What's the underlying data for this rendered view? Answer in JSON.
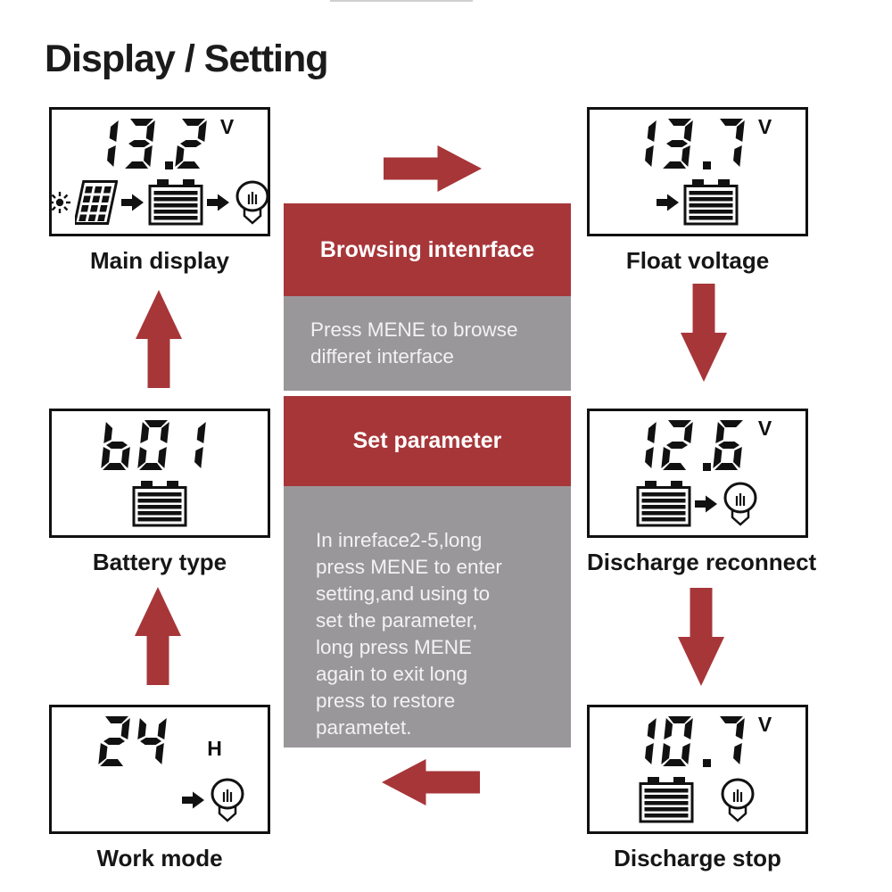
{
  "page": {
    "title": "Display / Setting"
  },
  "colors": {
    "accent_red": "#a73639",
    "panel_gray": "#9a979a",
    "lcd_ink": "#111111",
    "background": "#ffffff"
  },
  "flow_center": {
    "browsing_title": "Browsing intenrface",
    "browsing_body_lines": [
      "Press MENE to browse",
      "differet interface"
    ],
    "set_title": "Set parameter",
    "set_body_lines": [
      "In inreface2-5,long",
      "press MENE to enter",
      "setting,and using to",
      "set the parameter,",
      "long press MENE",
      "again to exit long",
      "press to restore",
      "parametet."
    ]
  },
  "panels": [
    {
      "key": "main-display",
      "label": "Main display",
      "lcd_value": "13.2",
      "lcd_unit": "V",
      "icons": [
        "sun-icon",
        "solar-panel-icon",
        "arrow-right-icon",
        "battery-icon",
        "arrow-right-icon",
        "bulb-icon"
      ]
    },
    {
      "key": "float-voltage",
      "label": "Float voltage",
      "lcd_value": "13.7",
      "lcd_unit": "V",
      "icons": [
        "arrow-right-icon",
        "battery-icon"
      ]
    },
    {
      "key": "battery-type",
      "label": "Battery type",
      "lcd_value": "b01",
      "lcd_unit": "",
      "icons": [
        "battery-icon"
      ]
    },
    {
      "key": "discharge-reconnect",
      "label": "Discharge reconnect",
      "lcd_value": "12.6",
      "lcd_unit": "V",
      "icons": [
        "battery-icon",
        "arrow-right-icon",
        "bulb-icon"
      ]
    },
    {
      "key": "work-mode",
      "label": "Work mode",
      "lcd_value": "24",
      "lcd_unit": "H",
      "icons": [
        "arrow-right-icon",
        "bulb-icon"
      ]
    },
    {
      "key": "discharge-stop",
      "label": "Discharge stop",
      "lcd_value": "10.7",
      "lcd_unit": "V",
      "icons": [
        "battery-icon",
        "bulb-icon"
      ]
    }
  ],
  "arrows": [
    {
      "name": "arrow-main-to-float",
      "direction": "right"
    },
    {
      "name": "arrow-float-to-reconnect",
      "direction": "down"
    },
    {
      "name": "arrow-reconnect-to-stop",
      "direction": "down"
    },
    {
      "name": "arrow-stop-to-workmode",
      "direction": "left"
    },
    {
      "name": "arrow-workmode-to-batterytype",
      "direction": "up"
    },
    {
      "name": "arrow-batterytype-to-main",
      "direction": "up"
    }
  ]
}
